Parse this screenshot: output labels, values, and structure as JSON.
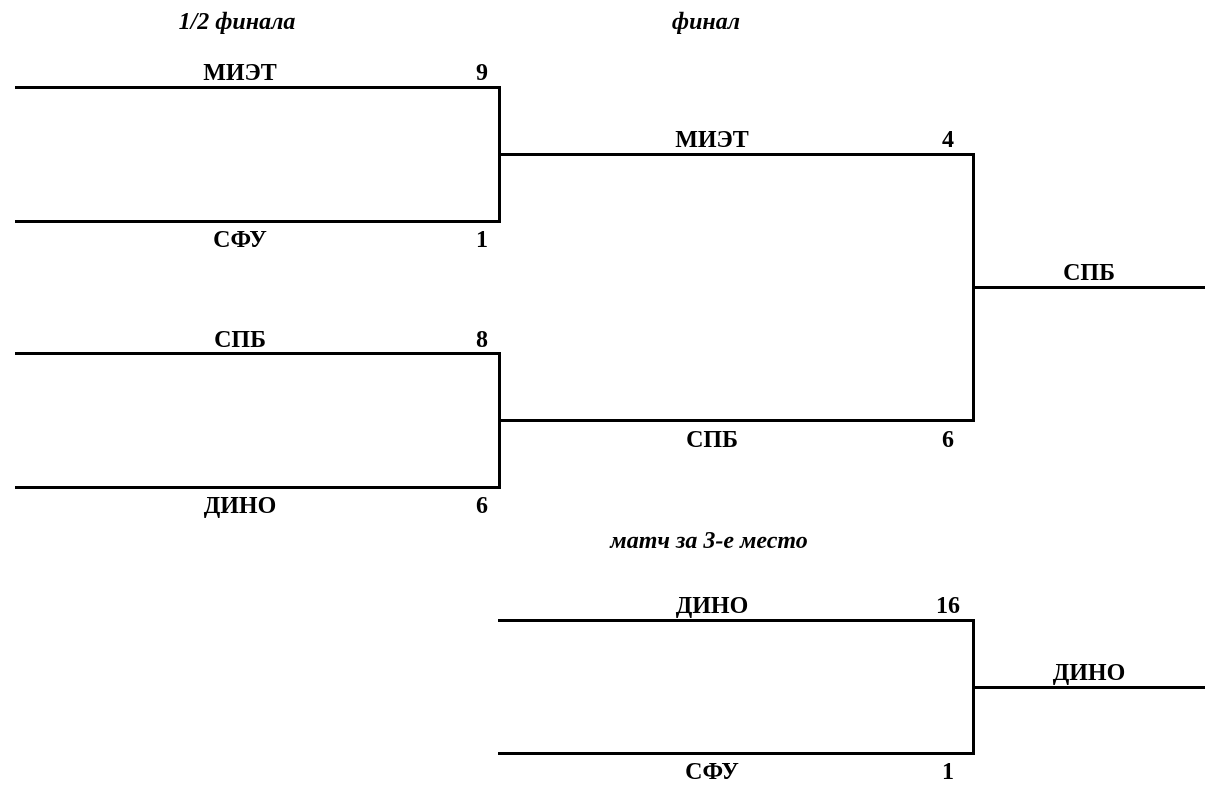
{
  "headings": {
    "semifinal": "1/2 финала",
    "final": "финал",
    "third_place": "матч за 3-е место"
  },
  "semifinal_1": {
    "top": {
      "team": "МИЭТ",
      "score": "9"
    },
    "bottom": {
      "team": "СФУ",
      "score": "1"
    }
  },
  "semifinal_2": {
    "top": {
      "team": "СПБ",
      "score": "8"
    },
    "bottom": {
      "team": "ДИНО",
      "score": "6"
    }
  },
  "final": {
    "top": {
      "team": "МИЭТ",
      "score": "4"
    },
    "bottom": {
      "team": "СПБ",
      "score": "6"
    },
    "winner": "СПБ"
  },
  "third_place": {
    "top": {
      "team": "ДИНО",
      "score": "16"
    },
    "bottom": {
      "team": "СФУ",
      "score": "1"
    },
    "winner": "ДИНО"
  }
}
